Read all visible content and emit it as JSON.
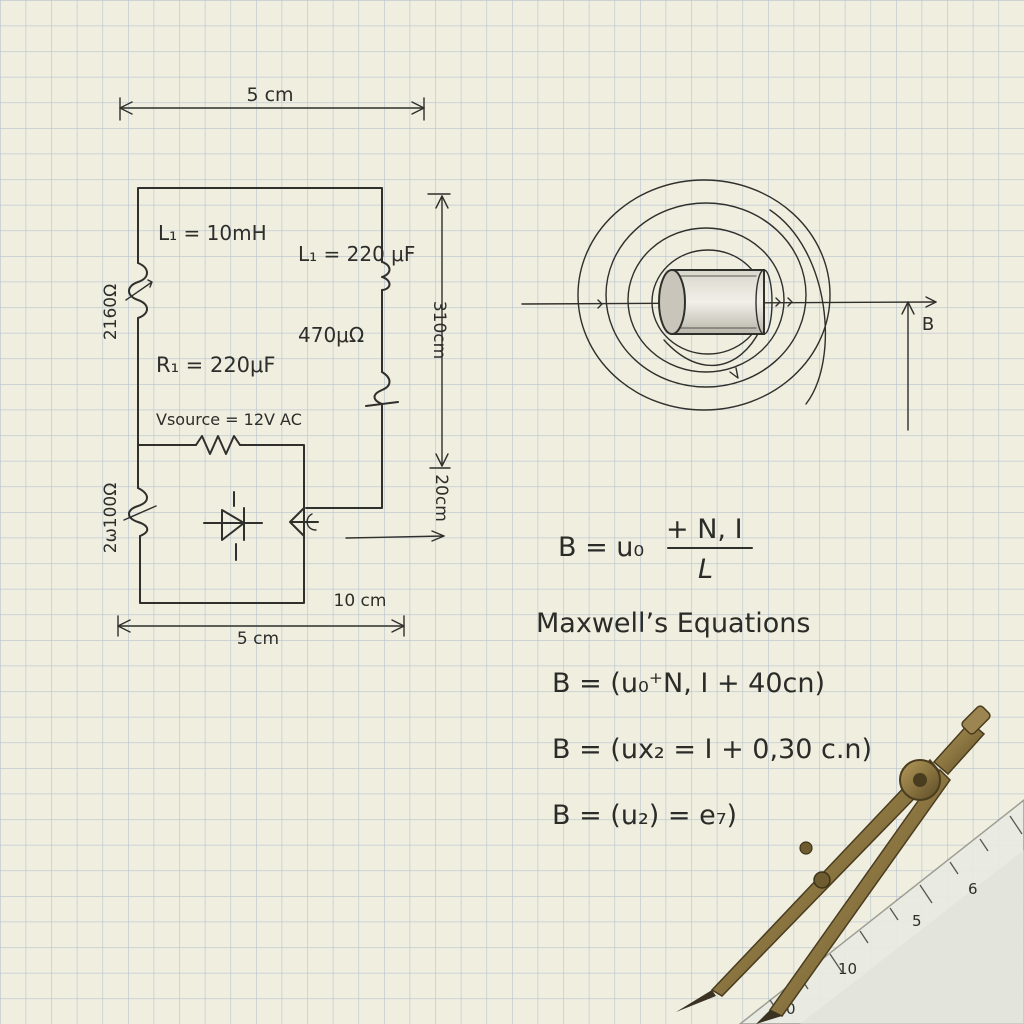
{
  "colors": {
    "paper": "#efeedf",
    "grid_line": "#b8c2cf",
    "ink": "#2f2f2c",
    "brass": "#8a7440",
    "ruler": "#e9eae3"
  },
  "circuit": {
    "top_dimension": "5 cm",
    "bottom_dimension": "5 cm",
    "right_dimension": "310cm",
    "right_lower_dimension": "20cm",
    "bottom_right_dimension": "10 cm",
    "label_inductor": "L₁ = 10mH",
    "label_capacitor": "L₁ = 220 μF",
    "label_resistor_right": "470μΩ",
    "label_resistor": "R₁ = 220μF",
    "label_source": "Vsource = 12V AC",
    "left_upper_value": "2160Ω",
    "left_lower_value": "2ω100Ω"
  },
  "field_diagram": {
    "axis_label": "B"
  },
  "equations": {
    "main_lhs": "B = u₀",
    "main_numerator": "+ N, I",
    "main_denominator": "L",
    "heading": "Maxwell’s Equations",
    "eq1": "B = (u₀⁺N, I + 40cn)",
    "eq2": "B = (ux₂ = I + 0,30 c.n)",
    "eq3": "B = (u₂) = e₇)"
  },
  "ruler": {
    "ticks": [
      "6",
      "5",
      "10",
      "0"
    ]
  },
  "icons": [
    "compass-icon",
    "ruler-icon",
    "solenoid-icon"
  ]
}
